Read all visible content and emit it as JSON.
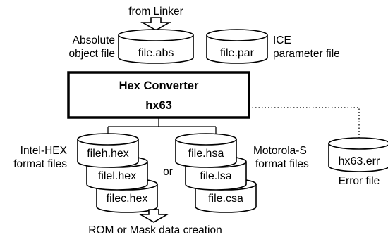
{
  "top_label": "from Linker",
  "bottom_label": "ROM or Mask data creation",
  "inputs": {
    "abs": {
      "file": "file.abs",
      "label_line1": "Absolute",
      "label_line2": "object file"
    },
    "par": {
      "file": "file.par",
      "label_line1": "ICE",
      "label_line2": "parameter file"
    }
  },
  "converter": {
    "line1": "Hex Converter",
    "line2": "hx63"
  },
  "outputs": {
    "intel": {
      "files": [
        "fileh.hex",
        "filel.hex",
        "filec.hex"
      ],
      "label_line1": "Intel-HEX",
      "label_line2": "format files"
    },
    "or_label": "or",
    "motorola": {
      "files": [
        "file.hsa",
        "file.lsa",
        "file.csa"
      ],
      "label_line1": "Motorola-S",
      "label_line2": "format files"
    }
  },
  "error": {
    "file": "hx63.err",
    "label": "Error file"
  }
}
